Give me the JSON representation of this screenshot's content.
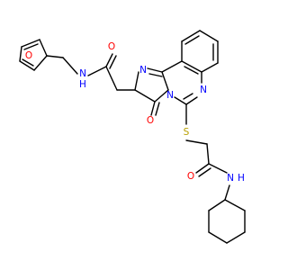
{
  "molecule": {
    "atoms": {
      "furan_o": "O",
      "amide1_n": "N",
      "amide1_h": "H",
      "amide1_o": "O",
      "ring_n_top": "N",
      "ring_n_right": "N",
      "ring_n_bridge": "N",
      "keto_o": "O",
      "thio_s": "S",
      "amide2_o": "O",
      "amide2_n": "N",
      "amide2_h": "H"
    },
    "colors": {
      "oxygen": "#ff0000",
      "nitrogen": "#0000ff",
      "sulfur": "#b8a000",
      "bond": "#000000"
    }
  }
}
